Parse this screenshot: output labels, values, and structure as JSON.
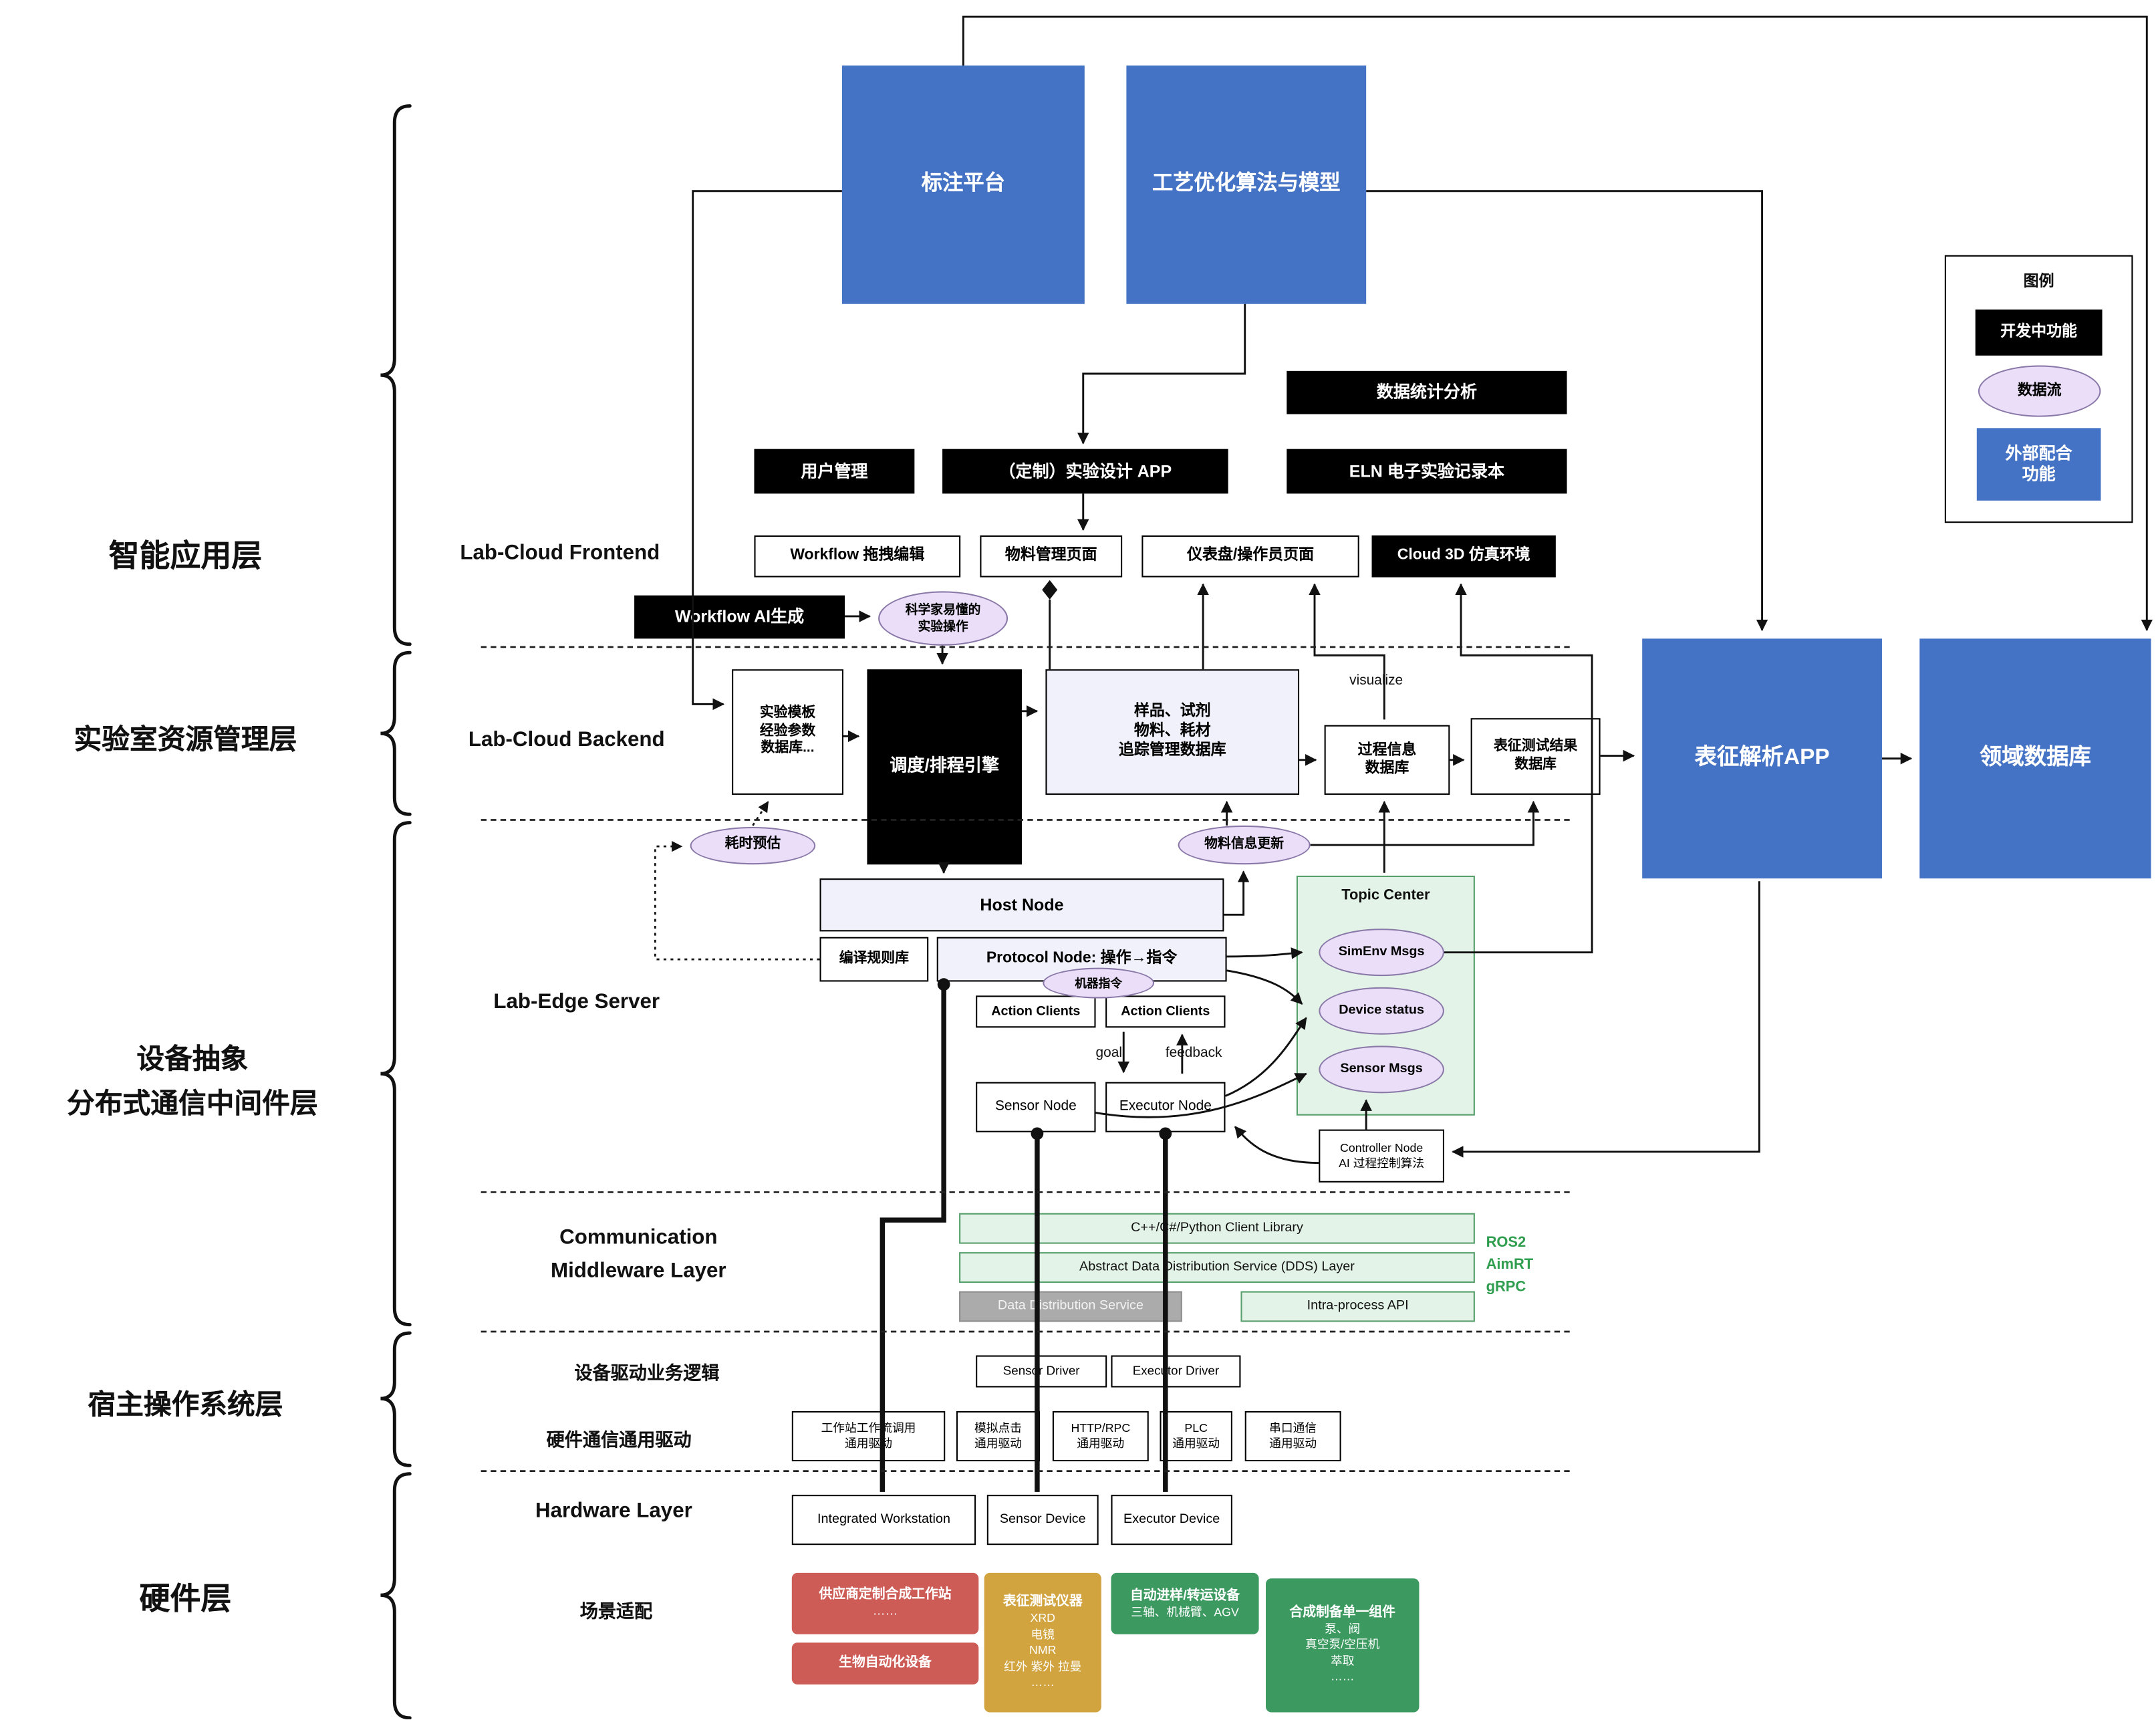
{
  "top": {
    "annotation_platform": "标注平台",
    "process_optimization": "工艺优化算法与模型"
  },
  "legend": {
    "title": "图例",
    "in_dev": "开发中功能",
    "data_flow": "数据流",
    "external": "外部配合\n功能"
  },
  "layer_labels": {
    "app": "智能应用层",
    "resource": "实验室资源管理层",
    "middleware": "设备抽象\n分布式通信中间件层",
    "host_os": "宿主操作系统层",
    "hardware": "硬件层"
  },
  "app_layer": {
    "data_stats": "数据统计分析",
    "user_mgmt": "用户管理",
    "exp_design_app": "（定制）实验设计 APP",
    "eln": "ELN 电子实验记录本",
    "frontend_label": "Lab-Cloud Frontend",
    "workflow_edit": "Workflow 拖拽编辑",
    "material_page": "物料管理页面",
    "dashboard_page": "仪表盘/操作员页面",
    "cloud3d": "Cloud 3D 仿真环境",
    "workflow_ai": "Workflow AI生成",
    "sci_ops": "科学家易懂的\n实验操作"
  },
  "backend": {
    "label": "Lab-Cloud Backend",
    "template_db": "实验模板\n经验参数\n数据库...",
    "scheduler": "调度/排程引擎",
    "sample_db": "样品、试剂\n物料、耗材\n追踪管理数据库",
    "process_db": "过程信息\n数据库",
    "char_db": "表征测试结果\n数据库",
    "char_app": "表征解析APP",
    "domain_db": "领域数据库",
    "visualize": "visualize",
    "time_estimate": "耗时预估",
    "material_update": "物料信息更新"
  },
  "edge": {
    "label": "Lab-Edge Server",
    "host_node": "Host Node",
    "compile_rules": "编译规则库",
    "protocol_node": "Protocol Node: 操作→指令",
    "machine_cmd": "机器指令",
    "action_clients_left": "Action Clients",
    "action_clients_right": "Action Clients",
    "goal": "goal",
    "feedback": "feedback",
    "sensor_node": "Sensor Node",
    "executor_node": "Executor Node",
    "topic_center": "Topic Center",
    "simenv_msgs": "SimEnv Msgs",
    "device_status": "Device status",
    "sensor_msgs": "Sensor Msgs",
    "controller_node": "Controller Node\nAI 过程控制算法"
  },
  "comm": {
    "label": "Communication\nMiddleware Layer",
    "client_lib": "C++/C#/Python Client Library",
    "dds_abstract": "Abstract Data Distribution Service (DDS) Layer",
    "dds": "Data Distribution Service",
    "intra_api": "Intra-process API",
    "stack_text": "ROS2\nAimRT\ngRPC"
  },
  "host_os": {
    "driver_logic_label": "设备驱动业务逻辑",
    "sensor_driver": "Sensor Driver",
    "executor_driver": "Executor Driver",
    "hw_comm_label": "硬件通信通用驱动",
    "drivers": [
      "工作站工作流调用\n通用驱动",
      "模拟点击\n通用驱动",
      "HTTP/RPC\n通用驱动",
      "PLC\n通用驱动",
      "串口通信\n通用驱动"
    ]
  },
  "hardware": {
    "label": "Hardware Layer",
    "integrated_ws": "Integrated Workstation",
    "sensor_device": "Sensor Device",
    "executor_device": "Executor Device",
    "scenario_label": "场景适配",
    "vendor_ws_title": "供应商定制合成工作站",
    "vendor_ws_sub": "……",
    "bio": "生物自动化设备",
    "char_title": "表征测试仪器",
    "char_items": "XRD\n电镜\nNMR\n红外 紫外 拉曼\n……",
    "transfer_title": "自动进样/转运设备",
    "transfer_sub": "三轴、机械臂、AGV",
    "synth_title": "合成制备单一组件",
    "synth_items": "泵、阀\n真空泵/空压机\n萃取\n……"
  },
  "colors": {
    "blue": "#4472c4",
    "black": "#000000",
    "purple_fill": "#eadef8",
    "green_fill": "#e3f3e7",
    "red": "#cd5b56",
    "gold": "#d2a440",
    "green": "#3c9960"
  }
}
